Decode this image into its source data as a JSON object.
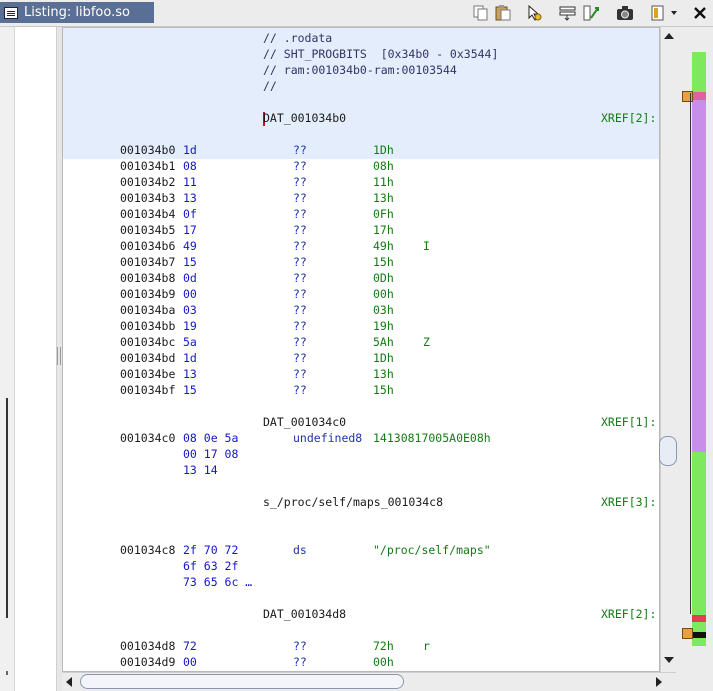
{
  "window": {
    "title": "Listing:  libfoo.so"
  },
  "toolbar": {
    "buttons": [
      {
        "name": "copy-icon"
      },
      {
        "name": "paste-icon"
      },
      {
        "name": "cursor-select-icon"
      },
      {
        "name": "field-layout-icon"
      },
      {
        "name": "diff-icon"
      },
      {
        "name": "snapshot-icon"
      },
      {
        "name": "menu-icon"
      },
      {
        "name": "close-icon"
      }
    ]
  },
  "listing": {
    "header_comments": [
      "// .rodata",
      "// SHT_PROGBITS  [0x34b0 - 0x3544]",
      "// ram:001034b0-ram:00103544",
      "//"
    ],
    "label1": {
      "name": "DAT_001034b0",
      "xref": "XREF[2]:"
    },
    "rows1": [
      {
        "addr": "001034b0",
        "bytes": "1d",
        "mnem": "??",
        "val": "1Dh",
        "ch": ""
      },
      {
        "addr": "001034b1",
        "bytes": "08",
        "mnem": "??",
        "val": "08h",
        "ch": ""
      },
      {
        "addr": "001034b2",
        "bytes": "11",
        "mnem": "??",
        "val": "11h",
        "ch": ""
      },
      {
        "addr": "001034b3",
        "bytes": "13",
        "mnem": "??",
        "val": "13h",
        "ch": ""
      },
      {
        "addr": "001034b4",
        "bytes": "0f",
        "mnem": "??",
        "val": "0Fh",
        "ch": ""
      },
      {
        "addr": "001034b5",
        "bytes": "17",
        "mnem": "??",
        "val": "17h",
        "ch": ""
      },
      {
        "addr": "001034b6",
        "bytes": "49",
        "mnem": "??",
        "val": "49h",
        "ch": "I"
      },
      {
        "addr": "001034b7",
        "bytes": "15",
        "mnem": "??",
        "val": "15h",
        "ch": ""
      },
      {
        "addr": "001034b8",
        "bytes": "0d",
        "mnem": "??",
        "val": "0Dh",
        "ch": ""
      },
      {
        "addr": "001034b9",
        "bytes": "00",
        "mnem": "??",
        "val": "00h",
        "ch": ""
      },
      {
        "addr": "001034ba",
        "bytes": "03",
        "mnem": "??",
        "val": "03h",
        "ch": ""
      },
      {
        "addr": "001034bb",
        "bytes": "19",
        "mnem": "??",
        "val": "19h",
        "ch": ""
      },
      {
        "addr": "001034bc",
        "bytes": "5a",
        "mnem": "??",
        "val": "5Ah",
        "ch": "Z"
      },
      {
        "addr": "001034bd",
        "bytes": "1d",
        "mnem": "??",
        "val": "1Dh",
        "ch": ""
      },
      {
        "addr": "001034be",
        "bytes": "13",
        "mnem": "??",
        "val": "13h",
        "ch": ""
      },
      {
        "addr": "001034bf",
        "bytes": "15",
        "mnem": "??",
        "val": "15h",
        "ch": ""
      }
    ],
    "label2": {
      "name": "DAT_001034c0",
      "xref": "XREF[1]:"
    },
    "undef_row": {
      "addr": "001034c0",
      "bytes": [
        "08 0e 5a",
        "00 17 08",
        "13 14"
      ],
      "mnem": "undefined8",
      "val": "14130817005A0E08h"
    },
    "label3": {
      "name": "s_/proc/self/maps_001034c8",
      "xref": "XREF[3]:"
    },
    "str_row": {
      "addr": "001034c8",
      "bytes": [
        "2f 70 72",
        "6f 63 2f",
        "73 65 6c …"
      ],
      "mnem": "ds",
      "val": "\"/proc/self/maps\""
    },
    "label4": {
      "name": "DAT_001034d8",
      "xref": "XREF[2]:"
    },
    "rows2": [
      {
        "addr": "001034d8",
        "bytes": "72",
        "mnem": "??",
        "val": "72h",
        "ch": "r"
      },
      {
        "addr": "001034d9",
        "bytes": "00",
        "mnem": "??",
        "val": "00h",
        "ch": ""
      }
    ]
  },
  "colors": {
    "title_bg": "#5a6f96",
    "highlight": "#e3edfb",
    "bytes": "#1515c8",
    "value": "#147a14",
    "overview_purple": "#c78fe8",
    "overview_green": "#7ee85e"
  }
}
